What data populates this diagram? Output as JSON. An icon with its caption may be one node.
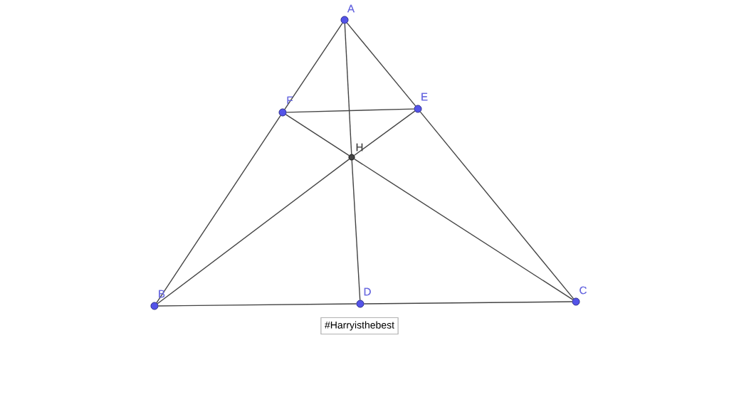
{
  "diagram": {
    "nodes": [
      {
        "text": [],
        "shape": "circle",
        "beside": [
          "A"
        ]
      },
      {
        "text": [],
        "shape": "circle",
        "beside": [
          "B"
        ]
      },
      {
        "text": [],
        "shape": "circle",
        "beside": [
          "C"
        ]
      },
      {
        "text": [],
        "shape": "circle",
        "beside": [
          "D"
        ]
      },
      {
        "text": [],
        "shape": "circle",
        "beside": [
          "E"
        ]
      },
      {
        "text": [],
        "shape": "circle",
        "beside": [
          "F"
        ]
      },
      {
        "text": [],
        "shape": "dot",
        "beside": [
          "H"
        ]
      },
      {
        "text": [
          "#Harryisthebest"
        ]
      }
    ],
    "edges": [
      {
        "from": 0,
        "to": 5,
        "arrow": "none"
      },
      {
        "from": 5,
        "to": 1,
        "arrow": "none"
      },
      {
        "from": 0,
        "to": 4,
        "arrow": "none"
      },
      {
        "from": 4,
        "to": 2,
        "arrow": "none"
      },
      {
        "from": 1,
        "to": 3,
        "arrow": "none"
      },
      {
        "from": 3,
        "to": 2,
        "arrow": "none"
      },
      {
        "from": 0,
        "to": 6,
        "arrow": "none"
      },
      {
        "from": 6,
        "to": 3,
        "arrow": "none"
      },
      {
        "from": 1,
        "to": 6,
        "arrow": "none"
      },
      {
        "from": 6,
        "to": 4,
        "arrow": "none"
      },
      {
        "from": 2,
        "to": 6,
        "arrow": "none"
      },
      {
        "from": 6,
        "to": 5,
        "arrow": "none"
      },
      {
        "from": 5,
        "to": 4,
        "arrow": "none"
      }
    ]
  }
}
